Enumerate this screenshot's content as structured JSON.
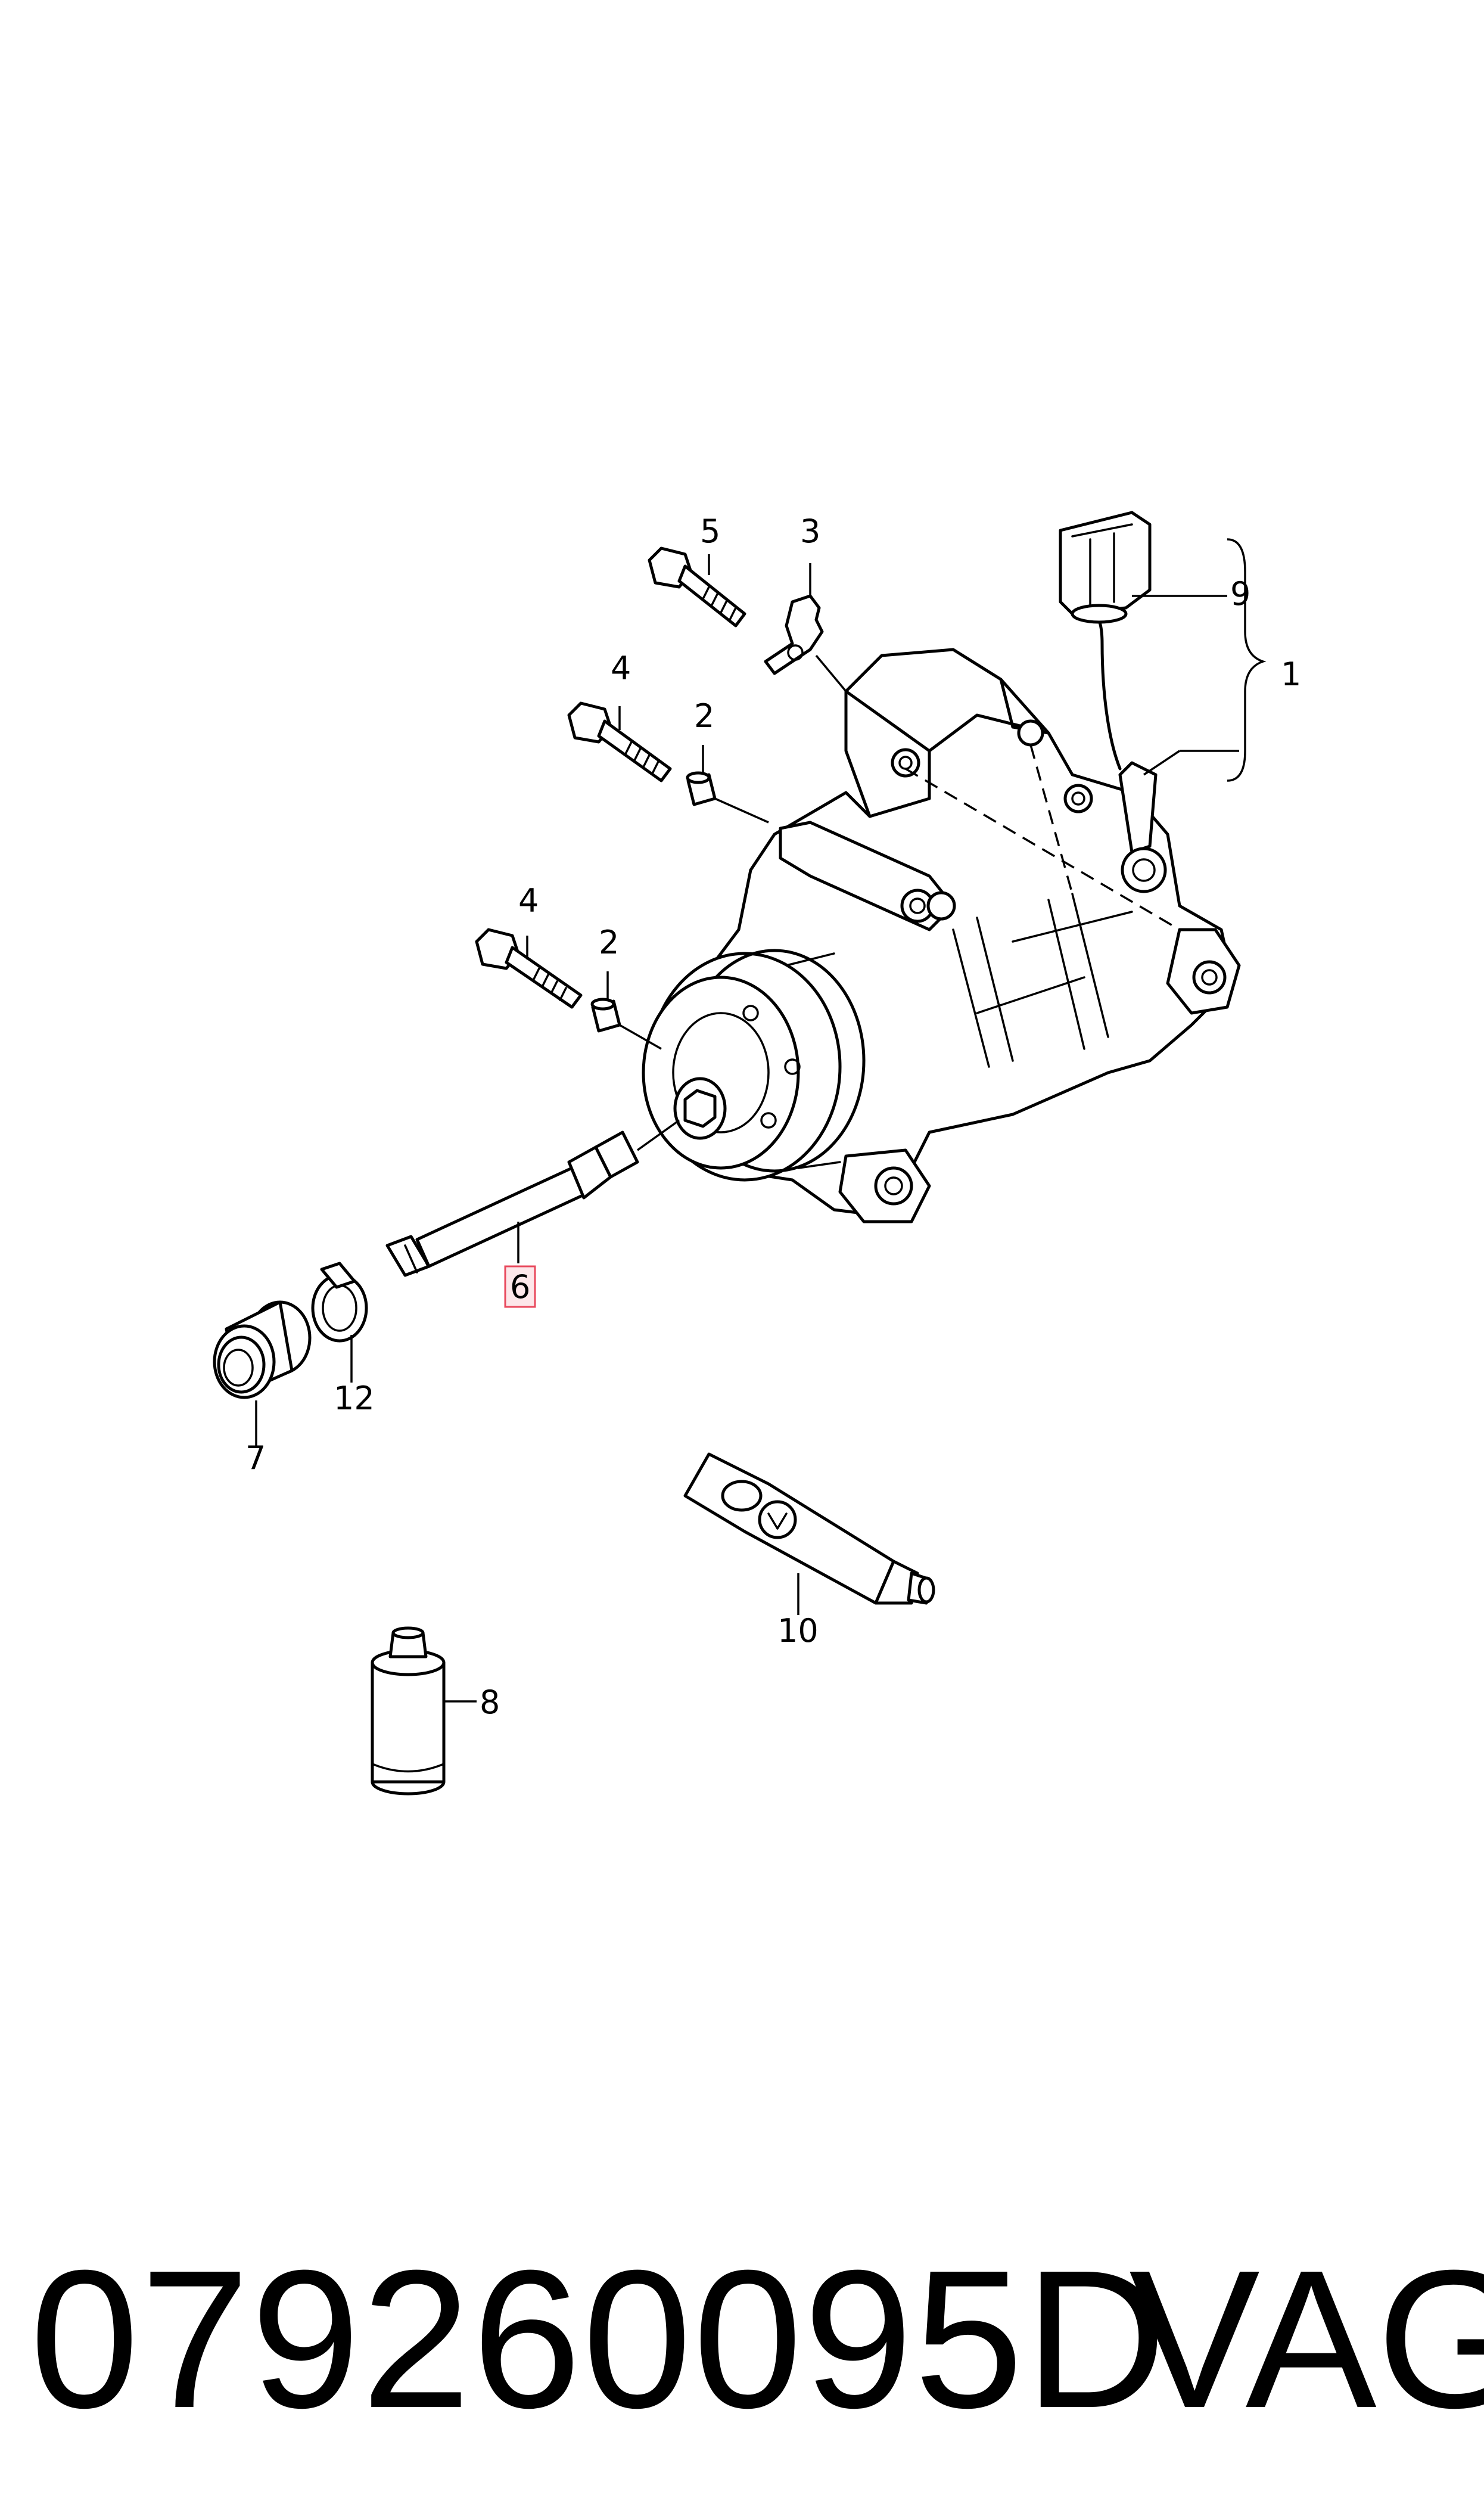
{
  "callouts": {
    "c1": "1",
    "c2a": "2",
    "c2b": "2",
    "c3": "3",
    "c4a": "4",
    "c4b": "4",
    "c5": "5",
    "c6": "6",
    "c7": "7",
    "c8": "8",
    "c9": "9",
    "c10": "10",
    "c12": "12"
  },
  "highlight_color": "#e8485c",
  "caption": {
    "part_number": "079260095D",
    "brand": "VAG"
  }
}
